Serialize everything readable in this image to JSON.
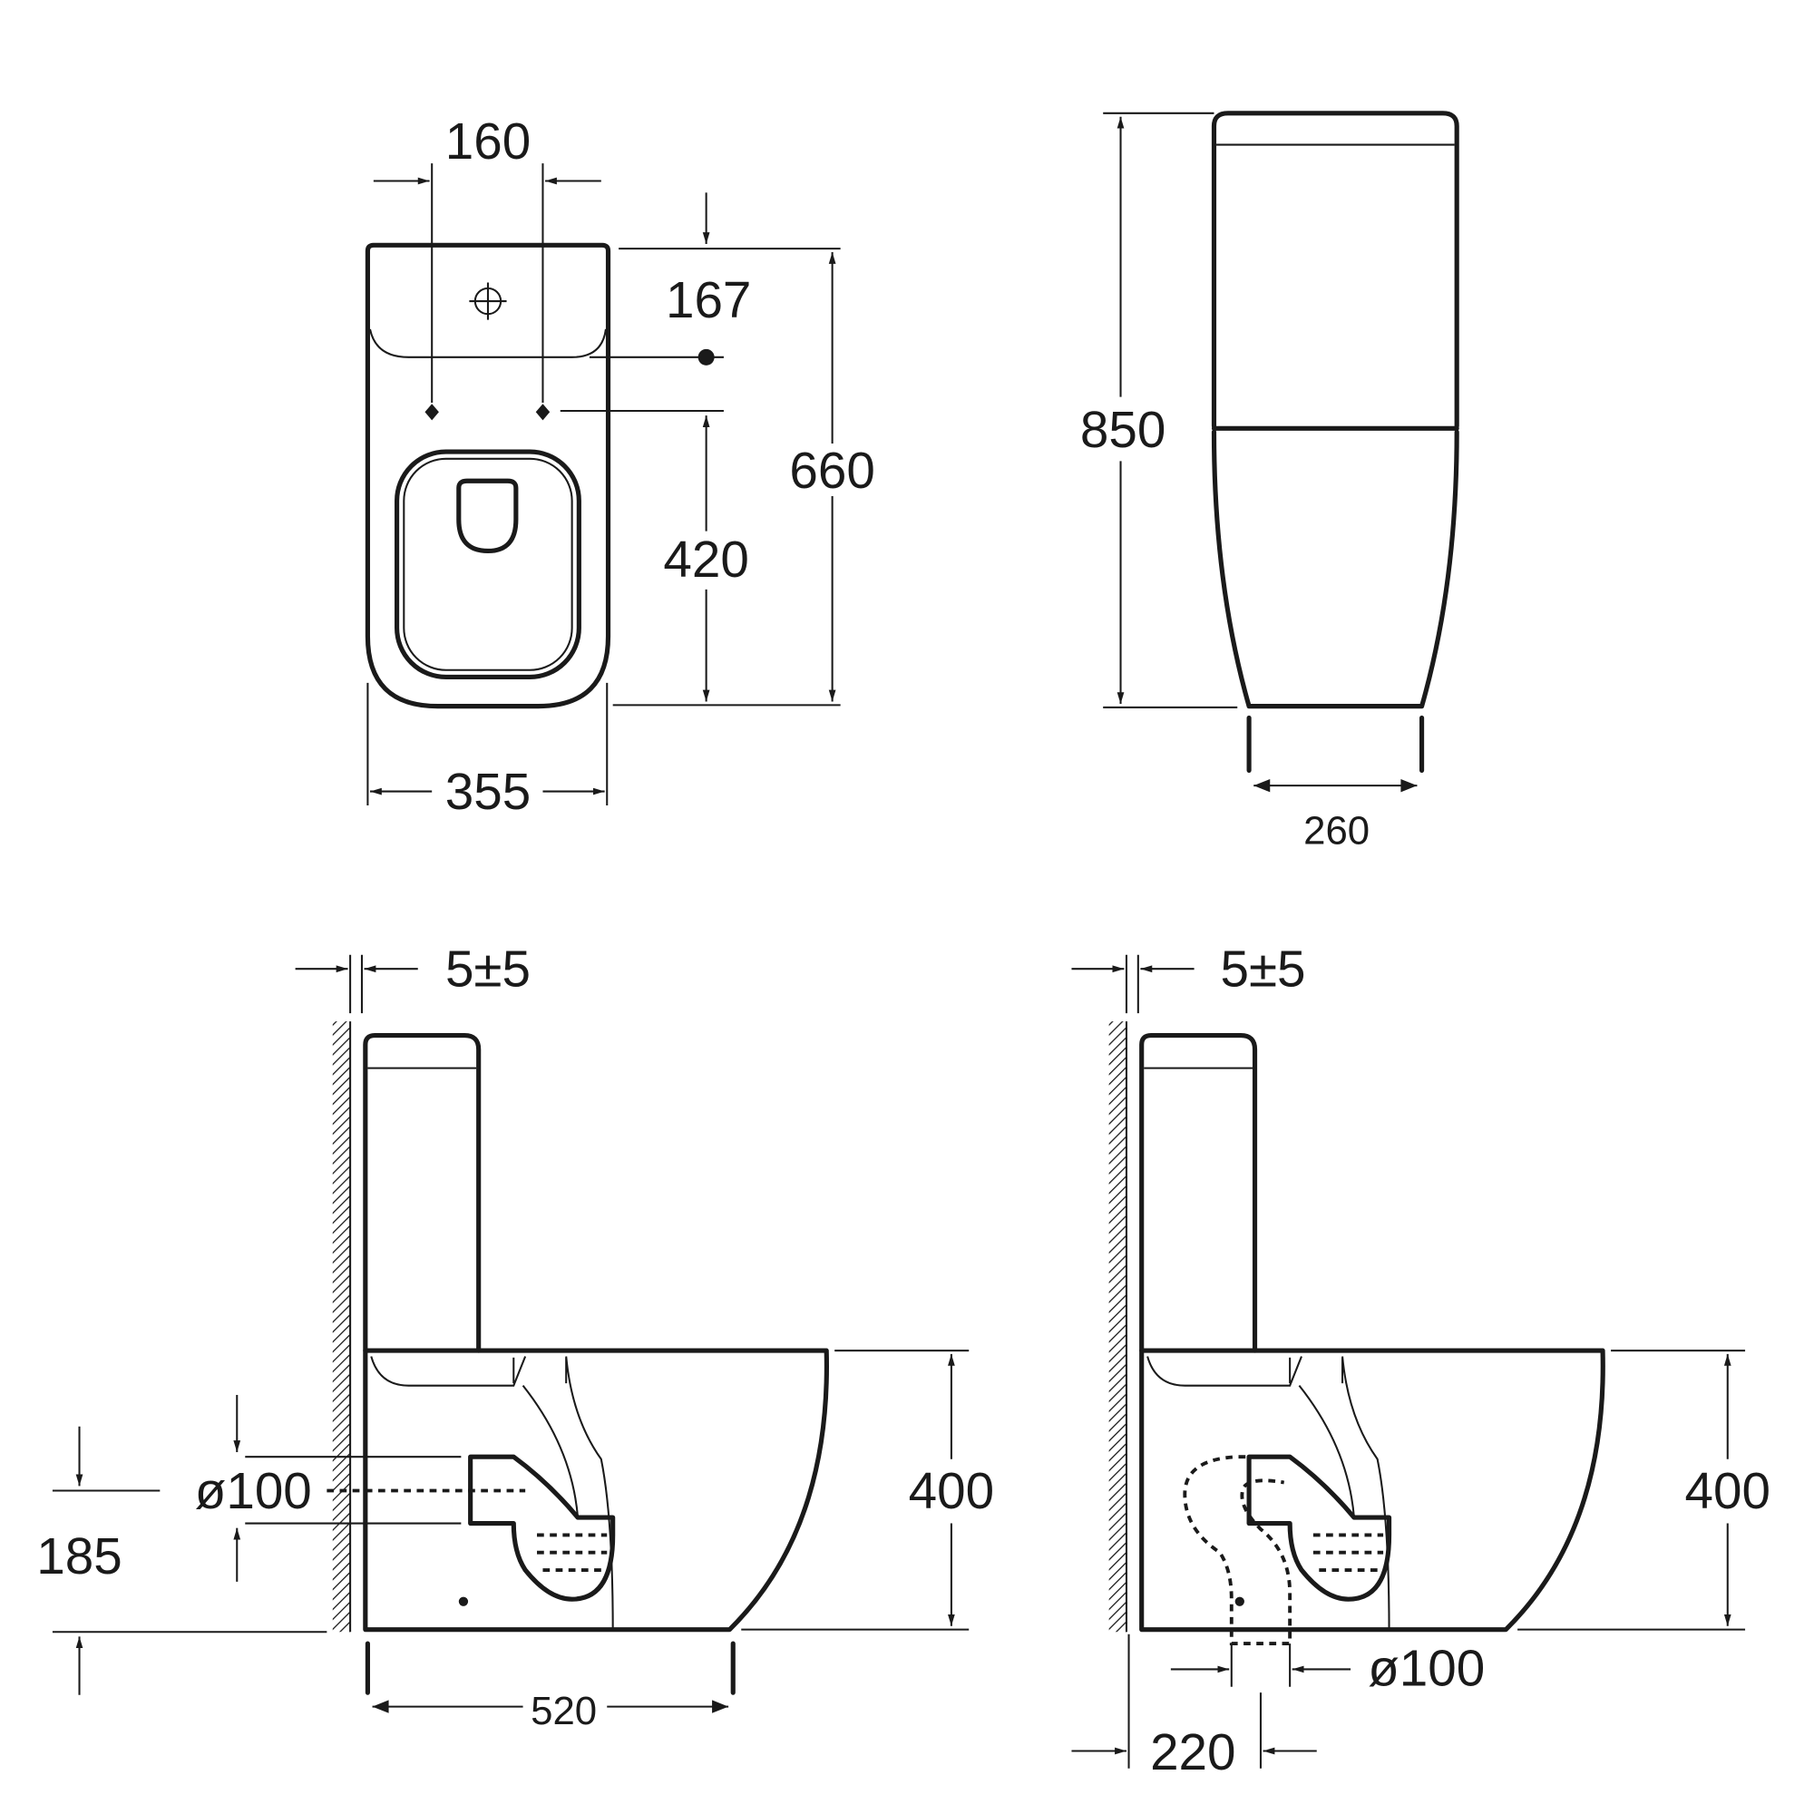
{
  "top_view": {
    "width_between_holes": "160",
    "tank_depth": "167",
    "total_depth": "660",
    "hole_to_back": "420",
    "width": "355"
  },
  "front_view": {
    "height": "850",
    "base_width": "260"
  },
  "side_view_horizontal": {
    "wall_gap": "5±5",
    "outlet_diameter": "ø100",
    "outlet_height": "185",
    "seat_height": "400",
    "length": "520"
  },
  "side_view_vertical": {
    "wall_gap": "5±5",
    "outlet_diameter": "ø100",
    "seat_height": "400",
    "outlet_to_wall": "220"
  }
}
